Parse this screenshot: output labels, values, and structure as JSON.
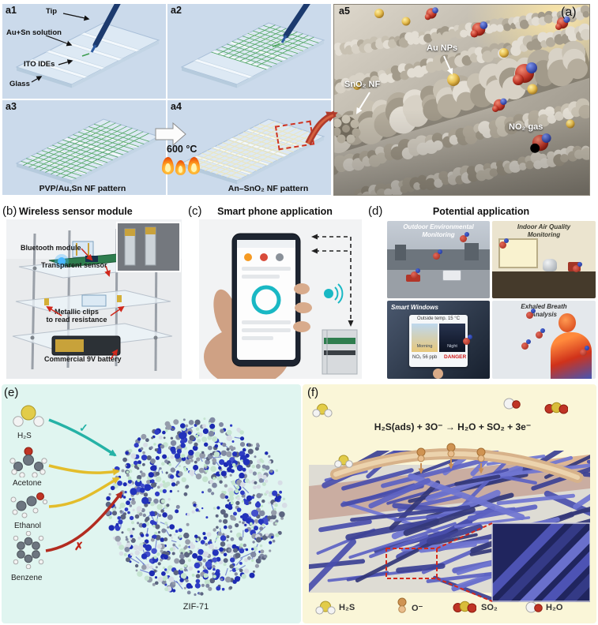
{
  "a": {
    "panel_label": "(a)",
    "s1": "a1",
    "s2": "a2",
    "s3": "a3",
    "s4": "a4",
    "s5": "a5",
    "tip": "Tip",
    "solution": "Au+Sn solution",
    "ito": "ITO IDEs",
    "glass": "Glass",
    "anneal": "600 °C",
    "caption_a3": "PVP/Au,Sn NF pattern",
    "caption_a4": "An–SnO₂ NF pattern",
    "au_nps": "Au NPs",
    "sno2_nf": "SnO₂ NF",
    "no2_gas": "NO₂ gas"
  },
  "b": {
    "panel_label": "(b)",
    "title": "Wireless sensor module",
    "bluetooth": "Bluetooth module",
    "transparent": "Transparent sensor",
    "clips": "Metallic clips\nto read resistance",
    "battery": "Commercial 9V battery"
  },
  "c": {
    "panel_label": "(c)",
    "title": "Smart phone application"
  },
  "d": {
    "panel_label": "(d)",
    "title": "Potential application",
    "captions": {
      "outdoor": "Outdoor Environmental\nMonitoring",
      "indoor": "Indoor Air Quality\nMonitoring",
      "windows": "Smart Windows",
      "breath": "Exhaled Breath\nAnalysis"
    },
    "window_ui": {
      "temp": "Outside temp. 15 °C",
      "morning": "Morning",
      "night": "Night",
      "no2": "NO₂ 56 ppb",
      "danger": "DANGER"
    }
  },
  "e": {
    "panel_label": "(e)",
    "molecules": {
      "h2s": "H₂S",
      "acetone": "Acetone",
      "ethanol": "Ethanol",
      "benzene": "Benzene"
    },
    "pass_mark": "✓",
    "block_mark": "✗",
    "structure": "ZIF-71"
  },
  "f": {
    "panel_label": "(f)",
    "equation": "H₂S(ads) + 3O⁻ → H₂O + SO₂ + 3e⁻",
    "legend": {
      "h2s": "H₂S",
      "o": "O⁻",
      "so2": "SO₂",
      "h2o": "H₂O"
    }
  }
}
